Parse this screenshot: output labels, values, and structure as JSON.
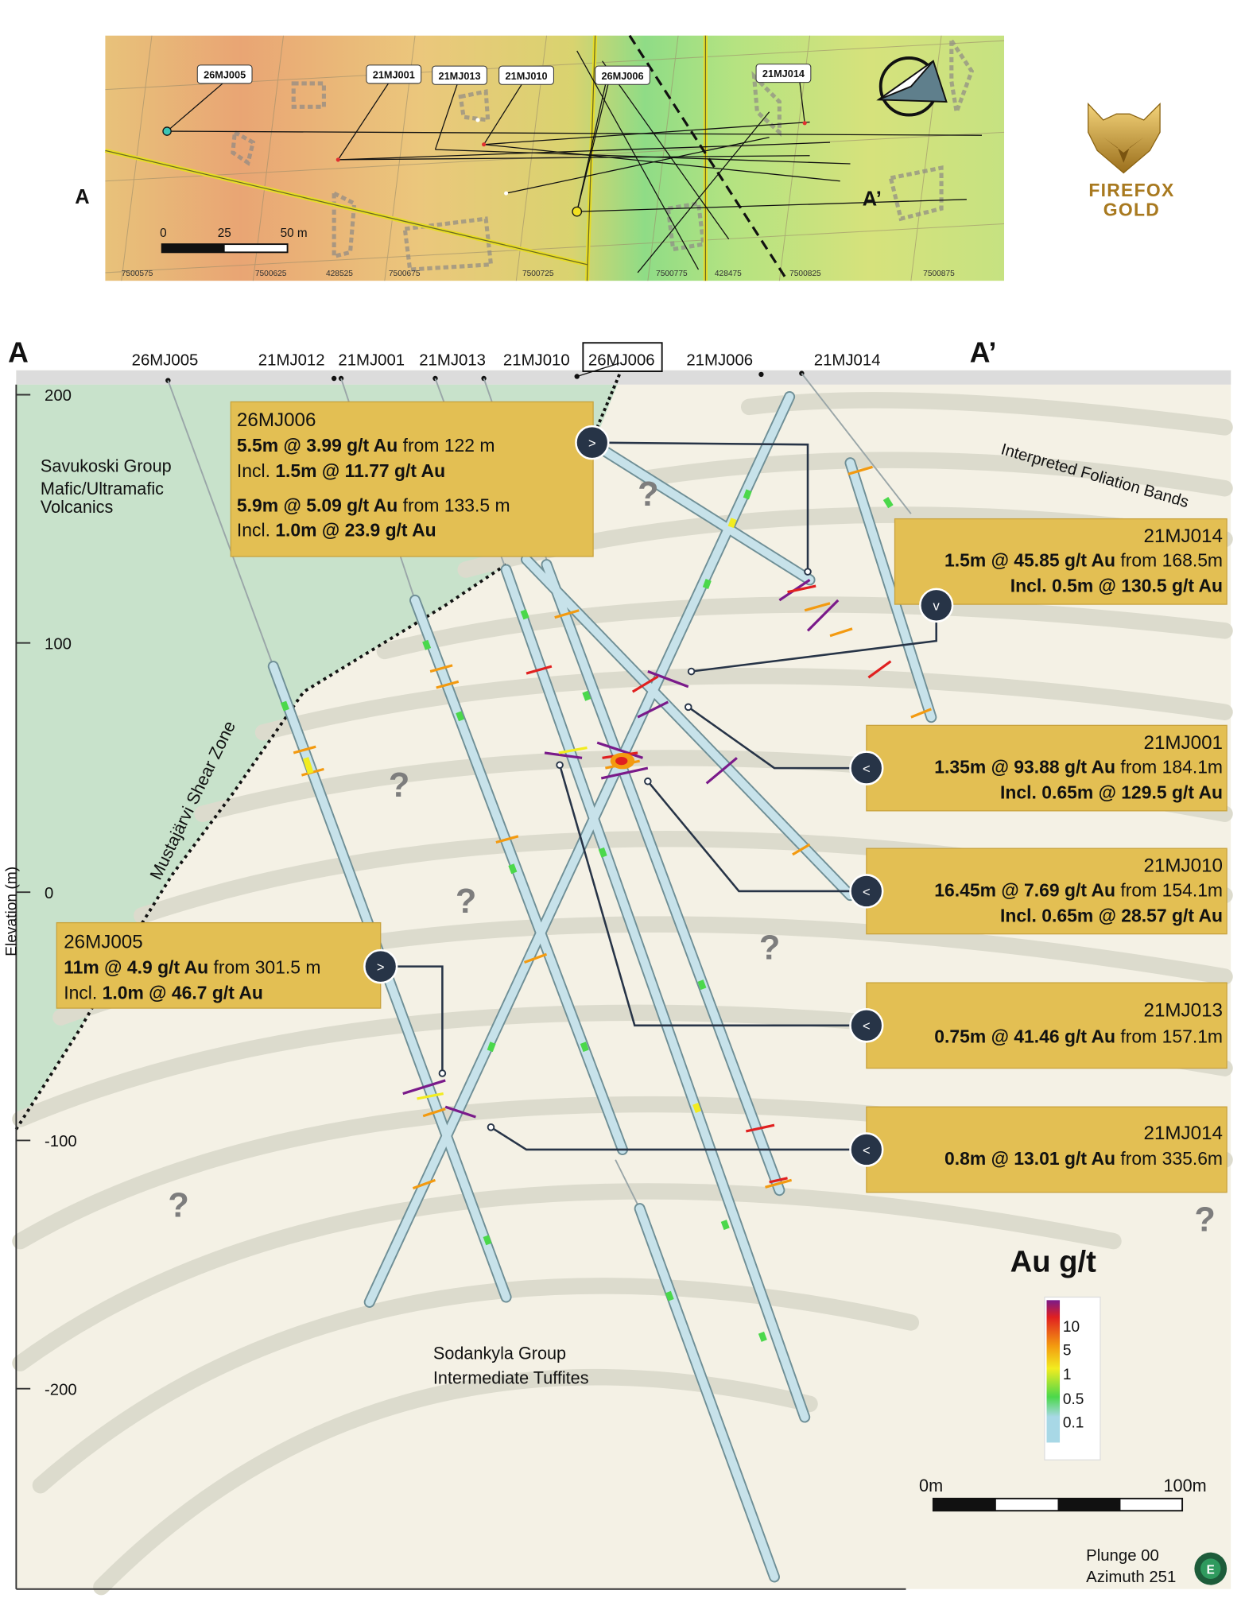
{
  "map": {
    "section_start": "A",
    "section_end": "A’",
    "scale": {
      "zero": "0",
      "mid": "25",
      "end": "50 m"
    },
    "holes": [
      "26MJ005",
      "21MJ001",
      "21MJ013",
      "21MJ010",
      "26MJ006",
      "21MJ014"
    ],
    "easting_ticks": [
      "7500575",
      "7500625",
      "428525",
      "7500675",
      "7500725",
      "7500775",
      "428475",
      "7500825",
      "7500875"
    ]
  },
  "logo": {
    "line1": "FIREFOX",
    "line2": "GOLD"
  },
  "section": {
    "label_a": "A",
    "label_a_prime": "A’",
    "hole_labels": [
      "26MJ005",
      "21MJ012",
      "21MJ001",
      "21MJ013",
      "21MJ010",
      "26MJ006",
      "21MJ006",
      "21MJ014"
    ],
    "y_axis_title": "Elevation (m)",
    "y_ticks": [
      "200",
      "100",
      "0",
      "-100",
      "-200"
    ],
    "units": {
      "savukoski": [
        "Savukoski Group",
        "Mafic/Ultramafic",
        "Volcanics"
      ],
      "sodankyla": [
        "Sodankyla Group",
        "Intermediate Tuffites"
      ],
      "shear_zone": "Mustajärvi Shear Zone",
      "foliation": "Interpreted Foliation Bands"
    },
    "question_mark": "?"
  },
  "callouts": {
    "c26mj006": {
      "title": "26MJ006",
      "l1_bold": "5.5m @ 3.99 g/t Au",
      "l1_rest": " from 122 m",
      "l2_pre": "Incl. ",
      "l2_bold": "1.5m @ 11.77 g/t Au",
      "l3_bold": "5.9m @ 5.09 g/t Au",
      "l3_rest": " from 133.5 m",
      "l4_pre": "Incl. ",
      "l4_bold": "1.0m @ 23.9 g/t Au",
      "arrow": ">"
    },
    "c26mj005": {
      "title": "26MJ005",
      "l1_bold": "11m @ 4.9 g/t Au",
      "l1_rest": " from 301.5 m",
      "l2_pre": "Incl. ",
      "l2_bold": "1.0m @ 46.7 g/t Au",
      "arrow": ">"
    },
    "c21mj014a": {
      "title": "21MJ014",
      "l1_bold": "1.5m @ 45.85 g/t Au",
      "l1_rest": " from 168.5m",
      "l2_bold": "Incl. 0.5m @ 130.5 g/t Au",
      "arrow": "v"
    },
    "c21mj001": {
      "title": "21MJ001",
      "l1_bold": "1.35m @ 93.88 g/t Au",
      "l1_rest": " from 184.1m",
      "l2_bold": "Incl. 0.65m @ 129.5 g/t Au",
      "arrow": "<"
    },
    "c21mj010": {
      "title": "21MJ010",
      "l1_bold": "16.45m @ 7.69 g/t Au",
      "l1_rest": " from 154.1m",
      "l2_bold": "Incl. 0.65m @ 28.57 g/t Au",
      "arrow": "<"
    },
    "c21mj013": {
      "title": "21MJ013",
      "l1_bold": "0.75m @ 41.46 g/t Au",
      "l1_rest": " from 157.1m",
      "arrow": "<"
    },
    "c21mj014b": {
      "title": "21MJ014",
      "l1_bold": "0.8m @ 13.01 g/t Au",
      "l1_rest": " from 335.6m",
      "arrow": "<"
    }
  },
  "legend": {
    "title": "Au g/t",
    "ticks": [
      "10",
      "5",
      "1",
      "0.5",
      "0.1"
    ],
    "colors": [
      "#7a1a8a",
      "#e02020",
      "#f39a10",
      "#f2ec20",
      "#4bd84b",
      "#a8d8e6"
    ]
  },
  "scalebar": {
    "start": "0m",
    "end": "100m"
  },
  "view": {
    "plunge": "Plunge 00",
    "azimuth": "Azimuth 251"
  }
}
